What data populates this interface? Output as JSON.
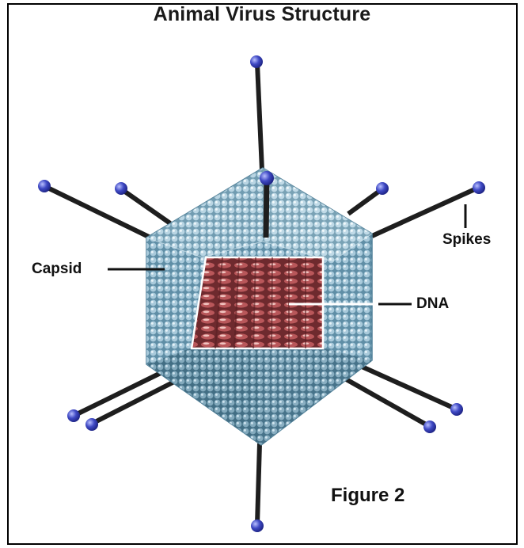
{
  "title": "Animal Virus Structure",
  "labels": {
    "spikes": "Spikes",
    "capsid": "Capsid",
    "dna": "DNA"
  },
  "figure_label": "Figure 2",
  "colors": {
    "capsid": "#7fa9bd",
    "capsid_dark": "#4f7f97",
    "capsid_light": "#c6dde8",
    "dna": "#a8484c",
    "dna_light": "#e7b3b0",
    "spike_stem": "#222222",
    "spike_tip": "#3f49c4"
  }
}
